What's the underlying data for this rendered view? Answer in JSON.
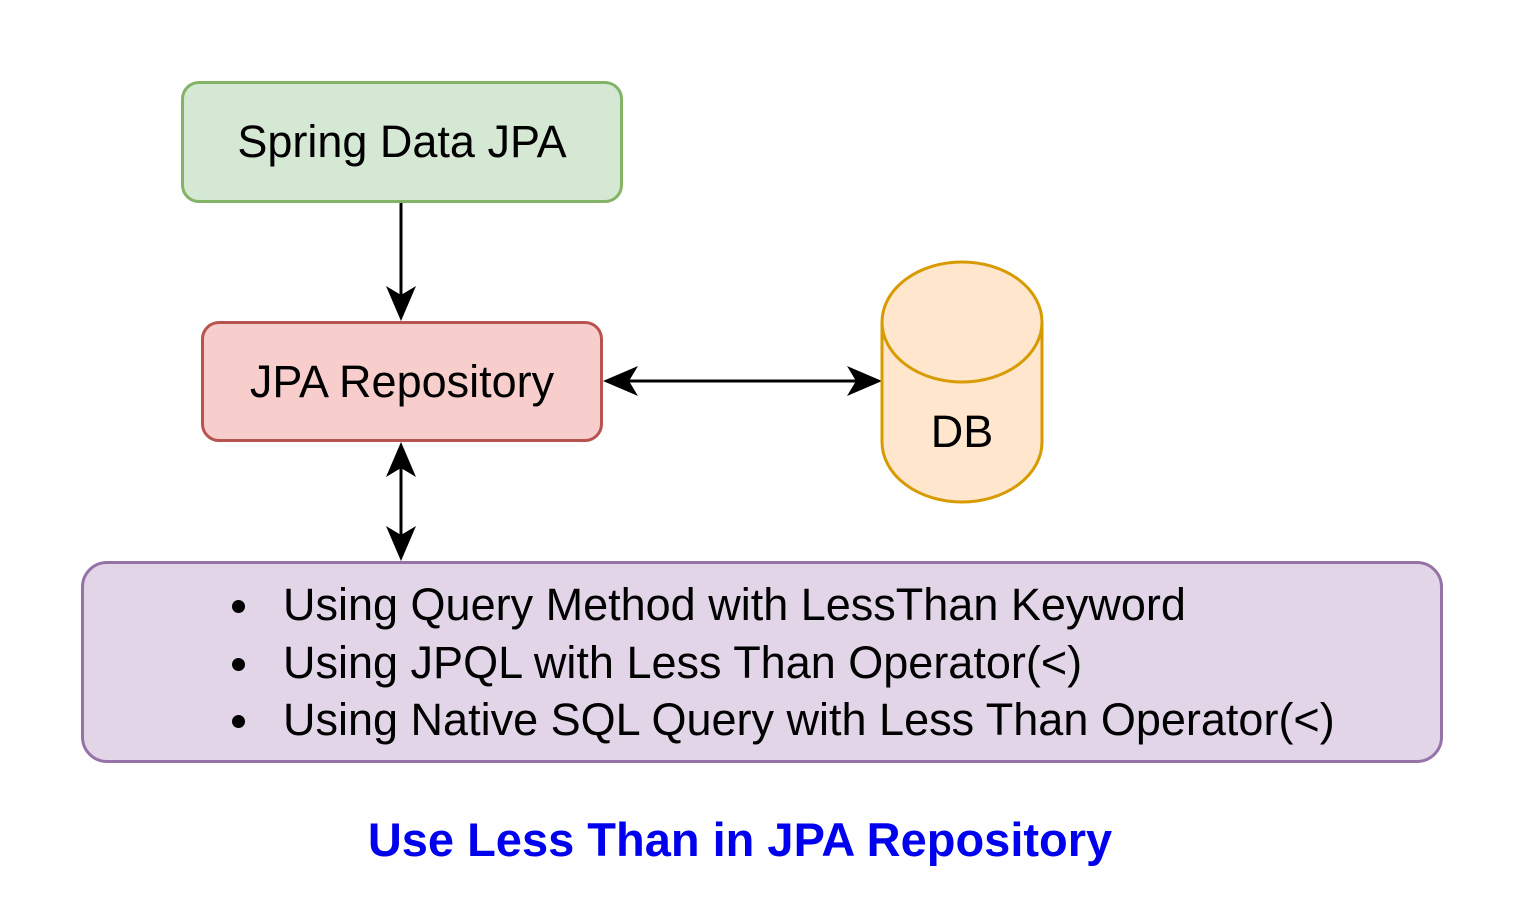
{
  "diagram": {
    "nodes": {
      "spring_data_jpa": {
        "label": "Spring Data JPA",
        "fill": "#d5e8d4",
        "stroke": "#82b366"
      },
      "jpa_repository": {
        "label": "JPA Repository",
        "fill": "#f8cecc",
        "stroke": "#b85450"
      },
      "db": {
        "label": "DB",
        "fill": "#ffe6cc",
        "stroke": "#d79b00"
      },
      "query_options": {
        "fill": "#e1d5e7",
        "stroke": "#9673a6",
        "items": [
          "Using Query Method with LessThan Keyword",
          "Using JPQL with Less Than Operator(<)",
          "Using Native SQL Query with Less Than Operator(<)"
        ]
      }
    },
    "caption": "Use Less Than in JPA Repository",
    "caption_color": "#0000ee",
    "edge_color": "#000000"
  }
}
